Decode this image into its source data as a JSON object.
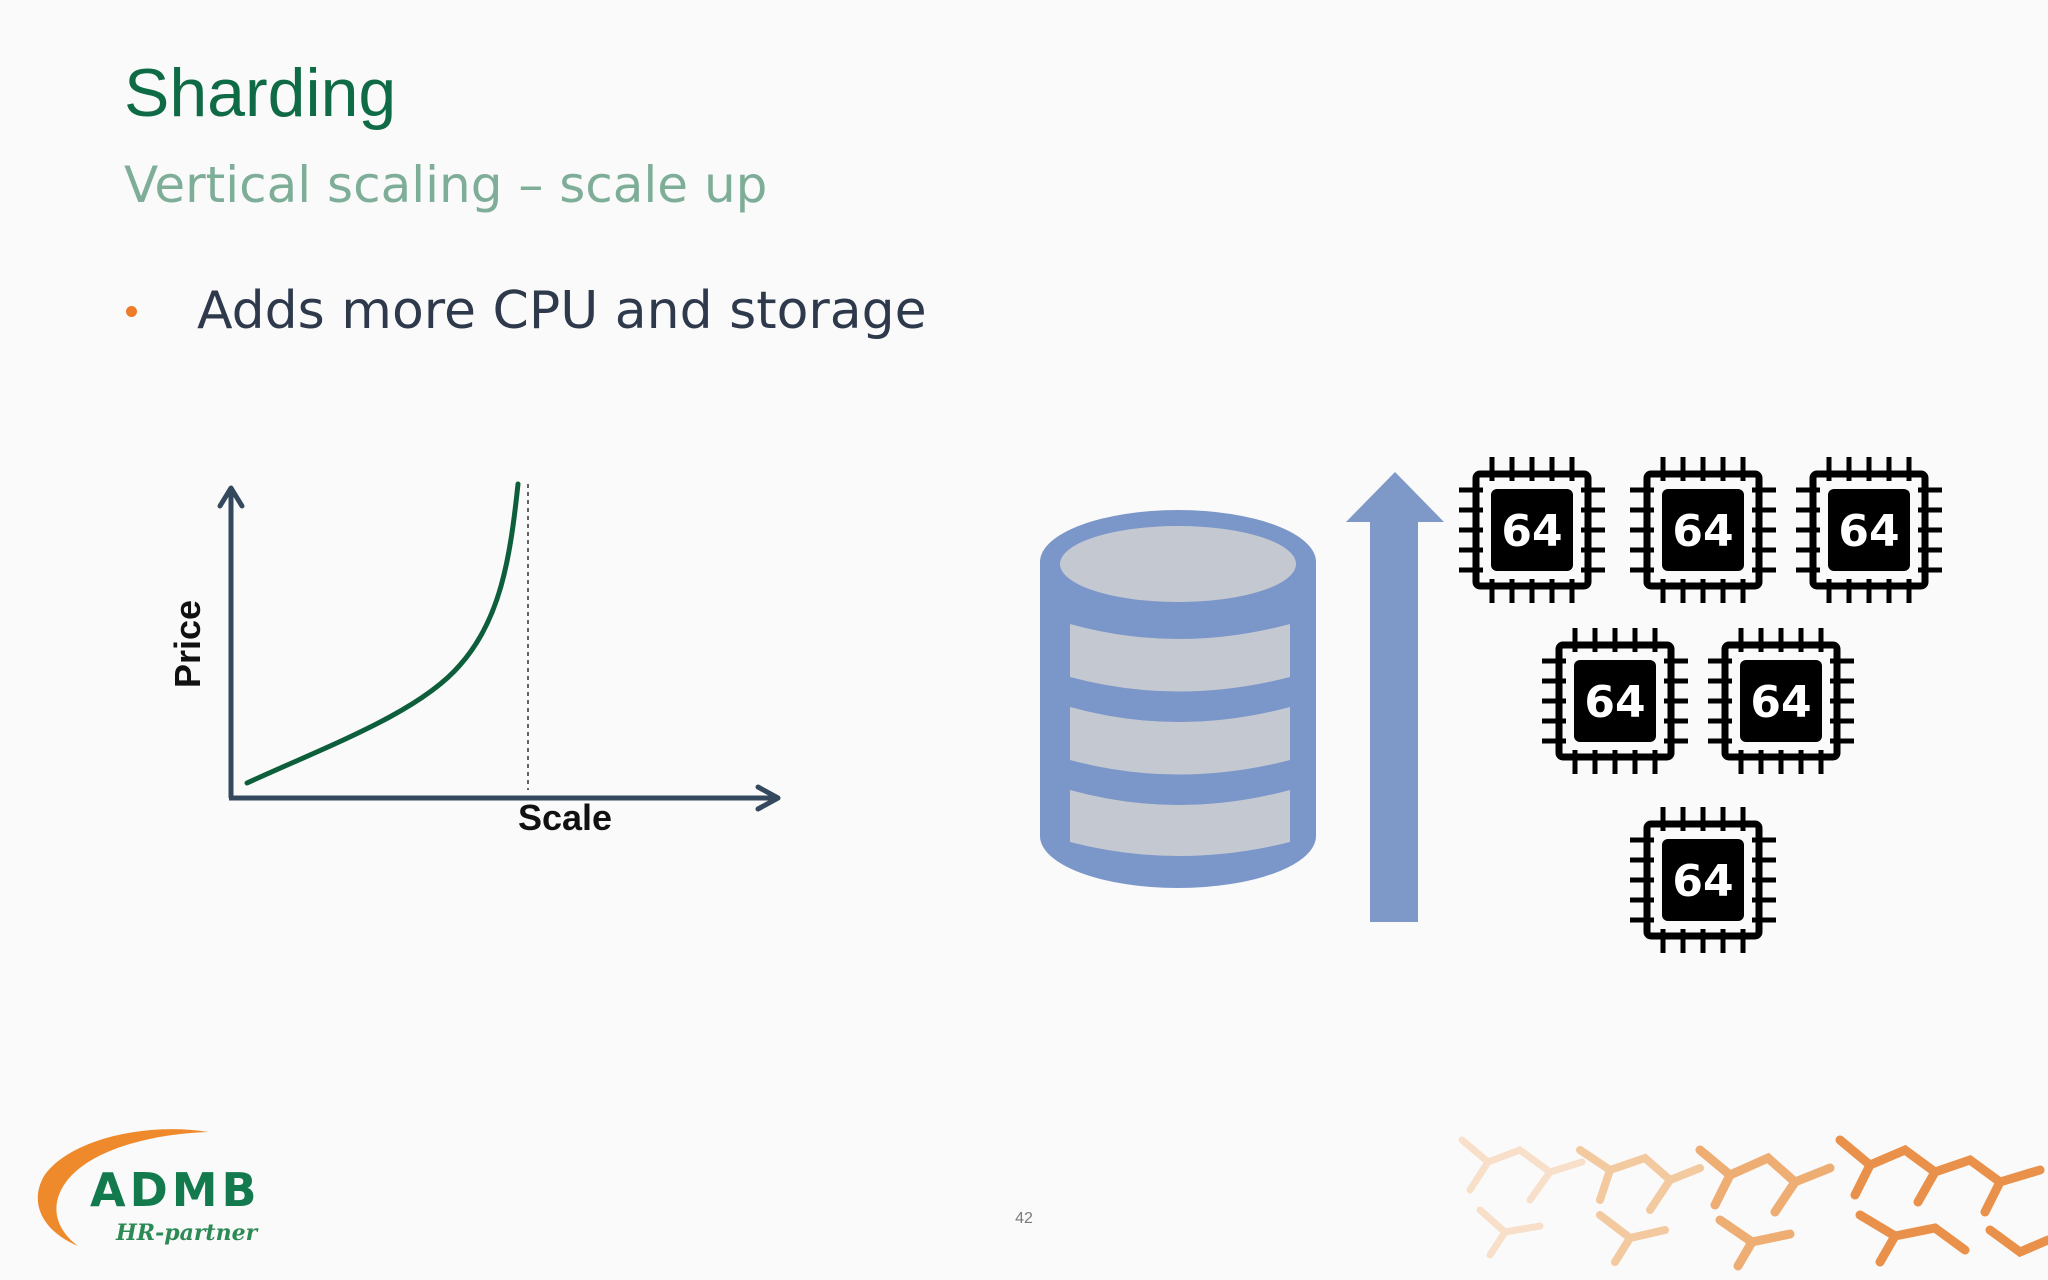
{
  "slide": {
    "title": "Sharding",
    "subtitle": "Vertical scaling – scale up",
    "bullets": [
      "Adds more CPU and storage"
    ],
    "page_number": "42"
  },
  "diagram": {
    "price_label": "Price",
    "scale_label": "Scale",
    "chip_label": "64",
    "chip_count": 6
  },
  "logo": {
    "name": "ADMB",
    "tagline": "HR-partner"
  },
  "colors": {
    "title": "#0f6b45",
    "subtitle": "#7fae98",
    "bullet": "#ee7d2a",
    "axis": "#34495e",
    "curve": "#0d5e3a",
    "database": "#7b96c8",
    "database_disk": "#c4c9d1",
    "arrow": "#7e99c8",
    "chip": "#000000"
  },
  "icons": [
    "database-icon",
    "up-arrow-icon",
    "cpu-chip-icon",
    "molecule-decoration"
  ]
}
